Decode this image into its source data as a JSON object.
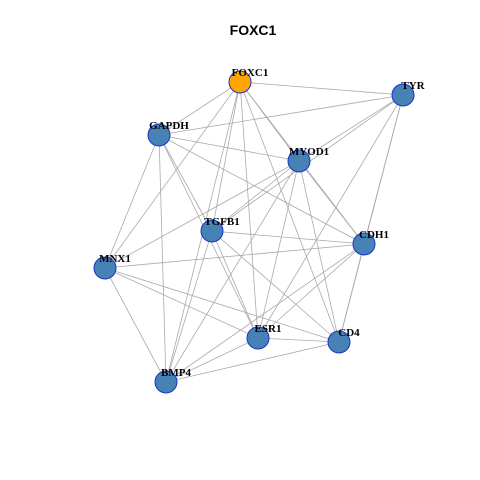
{
  "title": "FOXC1",
  "colors": {
    "focus_node": "#FFA500",
    "node": "#4682B4",
    "node_border": "#1A33CC",
    "edge": "#AAAAAA"
  },
  "nodes": [
    {
      "id": "FOXC1",
      "label": "FOXC1",
      "focus": true
    },
    {
      "id": "TYR",
      "label": "TYR",
      "focus": false
    },
    {
      "id": "GAPDH",
      "label": "GAPDH",
      "focus": false
    },
    {
      "id": "MYOD1",
      "label": "MYOD1",
      "focus": false
    },
    {
      "id": "TGFB1",
      "label": "TGFB1",
      "focus": false
    },
    {
      "id": "CDH1",
      "label": "CDH1",
      "focus": false
    },
    {
      "id": "MNX1",
      "label": "MNX1",
      "focus": false
    },
    {
      "id": "ESR1",
      "label": "ESR1",
      "focus": false
    },
    {
      "id": "CD4",
      "label": "CD4",
      "focus": false
    },
    {
      "id": "BMP4",
      "label": "BMP4",
      "focus": false
    }
  ],
  "edges": [
    [
      "FOXC1",
      "TYR"
    ],
    [
      "FOXC1",
      "GAPDH"
    ],
    [
      "FOXC1",
      "MYOD1"
    ],
    [
      "FOXC1",
      "TGFB1"
    ],
    [
      "FOXC1",
      "CDH1"
    ],
    [
      "FOXC1",
      "MNX1"
    ],
    [
      "FOXC1",
      "ESR1"
    ],
    [
      "FOXC1",
      "CD4"
    ],
    [
      "FOXC1",
      "BMP4"
    ],
    [
      "TYR",
      "GAPDH"
    ],
    [
      "TYR",
      "MYOD1"
    ],
    [
      "TYR",
      "TGFB1"
    ],
    [
      "TYR",
      "CDH1"
    ],
    [
      "TYR",
      "ESR1"
    ],
    [
      "TYR",
      "CD4"
    ],
    [
      "GAPDH",
      "MYOD1"
    ],
    [
      "GAPDH",
      "TGFB1"
    ],
    [
      "GAPDH",
      "CDH1"
    ],
    [
      "GAPDH",
      "MNX1"
    ],
    [
      "GAPDH",
      "ESR1"
    ],
    [
      "GAPDH",
      "BMP4"
    ],
    [
      "MYOD1",
      "TGFB1"
    ],
    [
      "MYOD1",
      "CDH1"
    ],
    [
      "MYOD1",
      "MNX1"
    ],
    [
      "MYOD1",
      "ESR1"
    ],
    [
      "MYOD1",
      "CD4"
    ],
    [
      "MYOD1",
      "BMP4"
    ],
    [
      "TGFB1",
      "CDH1"
    ],
    [
      "TGFB1",
      "ESR1"
    ],
    [
      "TGFB1",
      "CD4"
    ],
    [
      "TGFB1",
      "BMP4"
    ],
    [
      "CDH1",
      "MNX1"
    ],
    [
      "CDH1",
      "ESR1"
    ],
    [
      "CDH1",
      "CD4"
    ],
    [
      "CDH1",
      "BMP4"
    ],
    [
      "MNX1",
      "ESR1"
    ],
    [
      "MNX1",
      "CD4"
    ],
    [
      "MNX1",
      "BMP4"
    ],
    [
      "ESR1",
      "CD4"
    ],
    [
      "ESR1",
      "BMP4"
    ],
    [
      "CD4",
      "BMP4"
    ]
  ]
}
